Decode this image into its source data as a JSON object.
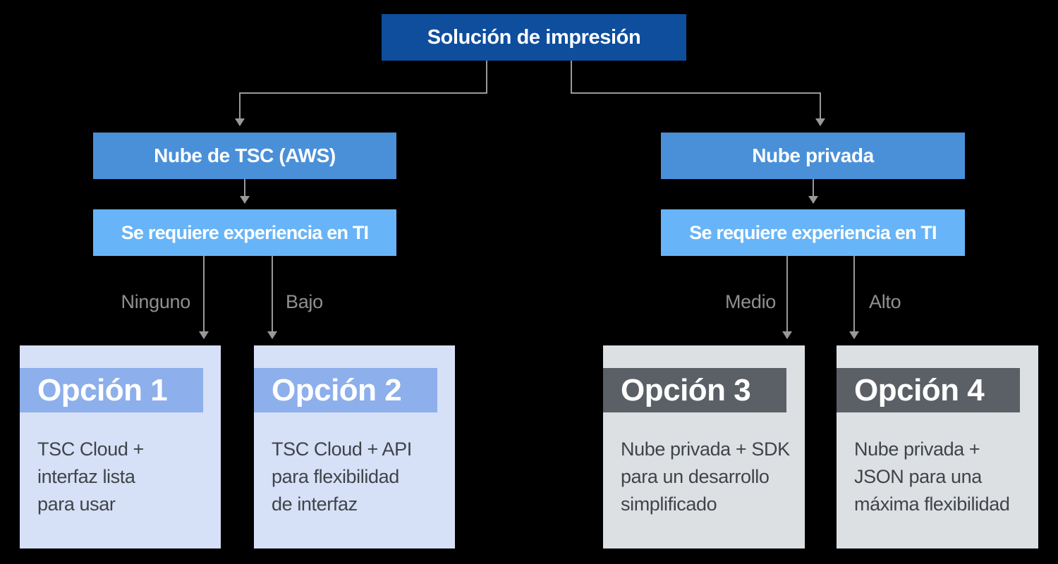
{
  "root": {
    "label": "Solución de impresión"
  },
  "branches": [
    {
      "label": "Nube de TSC (AWS)"
    },
    {
      "label": "Nube privada"
    }
  ],
  "requirement": {
    "label": "Se requiere experiencia en TI"
  },
  "edge_labels": [
    "Ninguno",
    "Bajo",
    "Medio",
    "Alto"
  ],
  "options": [
    {
      "title": "Opción 1",
      "description": "TSC Cloud +\ninterfaz lista\npara usar",
      "theme": "blue"
    },
    {
      "title": "Opción 2",
      "description": "TSC Cloud + API\npara flexibilidad\nde interfaz",
      "theme": "blue"
    },
    {
      "title": "Opción 3",
      "description": "Nube privada + SDK\npara un desarrollo\nsimplificado",
      "theme": "gray"
    },
    {
      "title": "Opción 4",
      "description": "Nube privada +\nJSON para una\nmáxima flexibilidad",
      "theme": "gray"
    }
  ],
  "colors": {
    "canvas_bg": "#000000",
    "root_bg": "#0e4e9d",
    "branch_bg": "#4a90d9",
    "req_bg": "#67b4f8",
    "option_blue_bg": "#d6e0f6",
    "option_blue_band": "#8dafeb",
    "option_gray_bg": "#dde0e3",
    "option_gray_band": "#5a6065",
    "connector": "#97999c",
    "edge_label_text": "#8e9093",
    "body_text": "#3f444a",
    "node_text": "#ffffff"
  }
}
